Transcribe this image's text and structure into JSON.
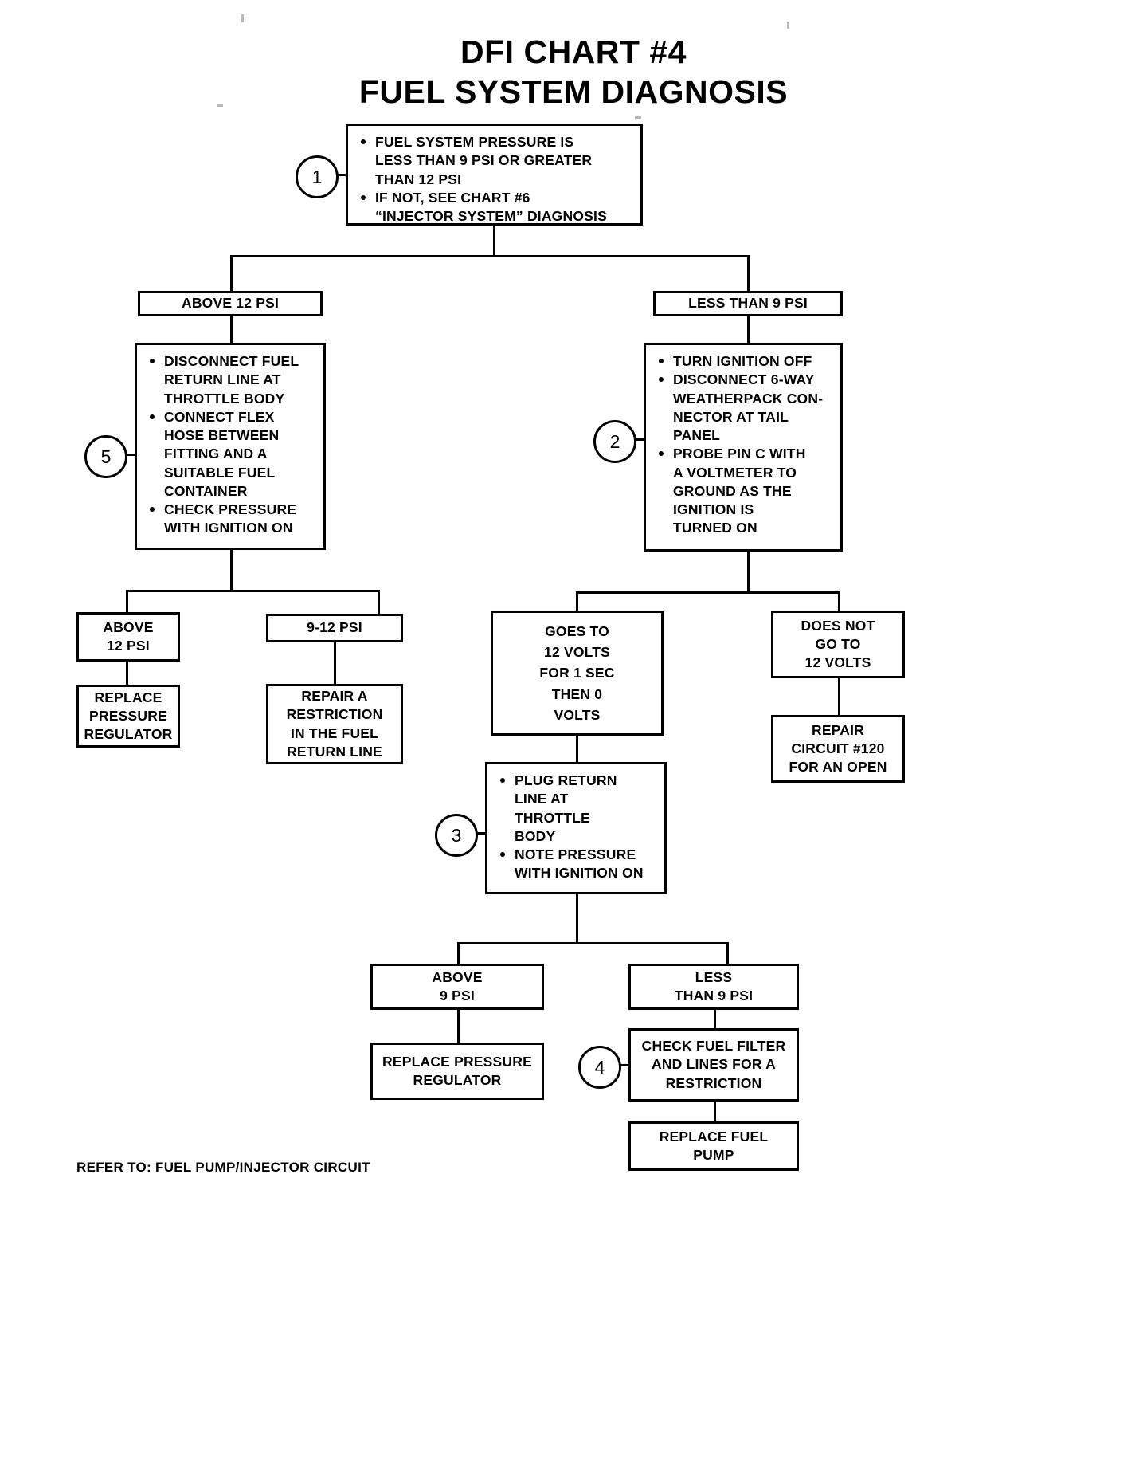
{
  "title": {
    "line1": "DFI CHART #4",
    "line2": "FUEL SYSTEM DIAGNOSIS"
  },
  "footer": {
    "text": "REFER TO: FUEL PUMP/INJECTOR CIRCUIT"
  },
  "steps": {
    "s1": "1",
    "s2": "2",
    "s3": "3",
    "s4": "4",
    "s5": "5"
  },
  "nodes": {
    "start": {
      "bullets": [
        "FUEL SYSTEM PRESSURE IS\nLESS THAN 9 PSI OR GREATER\nTHAN 12 PSI",
        "IF NOT, SEE CHART #6\n“INJECTOR SYSTEM” DIAGNOSIS"
      ]
    },
    "above12": {
      "text": "ABOVE 12 PSI"
    },
    "lessthan9": {
      "text": "LESS THAN 9 PSI"
    },
    "step5_box": {
      "bullets": [
        "DISCONNECT FUEL\nRETURN LINE AT\nTHROTTLE BODY",
        "CONNECT FLEX\nHOSE BETWEEN\nFITTING AND A\nSUITABLE FUEL\nCONTAINER",
        "CHECK PRESSURE\nWITH IGNITION ON"
      ]
    },
    "step2_box": {
      "bullets": [
        "TURN IGNITION OFF",
        "DISCONNECT 6-WAY\nWEATHERPACK CON-\nNECTOR AT TAIL\nPANEL",
        "PROBE PIN C WITH\nA VOLTMETER TO\nGROUND AS THE\nIGNITION IS\nTURNED ON"
      ]
    },
    "above12psi_small": {
      "text": "ABOVE\n12 PSI"
    },
    "psi9to12": {
      "text": "9-12 PSI"
    },
    "replace_regulator_left": {
      "text": "REPLACE\nPRESSURE\nREGULATOR"
    },
    "repair_restriction": {
      "text": "REPAIR A\nRESTRICTION\nIN THE FUEL\nRETURN LINE"
    },
    "goes_to_12v": {
      "text": "GOES TO\n12 VOLTS\nFOR 1 SEC\nTHEN 0\nVOLTS"
    },
    "does_not_go_12v": {
      "text": "DOES NOT\nGO TO\n12 VOLTS"
    },
    "repair_circuit": {
      "text": "REPAIR\nCIRCUIT #120\nFOR AN OPEN"
    },
    "step3_box": {
      "bullets": [
        "PLUG RETURN\nLINE AT\nTHROTTLE\nBODY",
        "NOTE PRESSURE\nWITH IGNITION ON"
      ]
    },
    "above9psi": {
      "text": "ABOVE\n9 PSI"
    },
    "less_than_9psi_small": {
      "text": "LESS\nTHAN 9 PSI"
    },
    "replace_regulator_bottom": {
      "text": "REPLACE PRESSURE\nREGULATOR"
    },
    "check_fuel_filter": {
      "text": "CHECK FUEL FILTER\nAND LINES FOR A\nRESTRICTION"
    },
    "replace_fuel_pump": {
      "text": "REPLACE FUEL\nPUMP"
    }
  },
  "colors": {
    "ink": "#000000",
    "paper": "#ffffff"
  }
}
